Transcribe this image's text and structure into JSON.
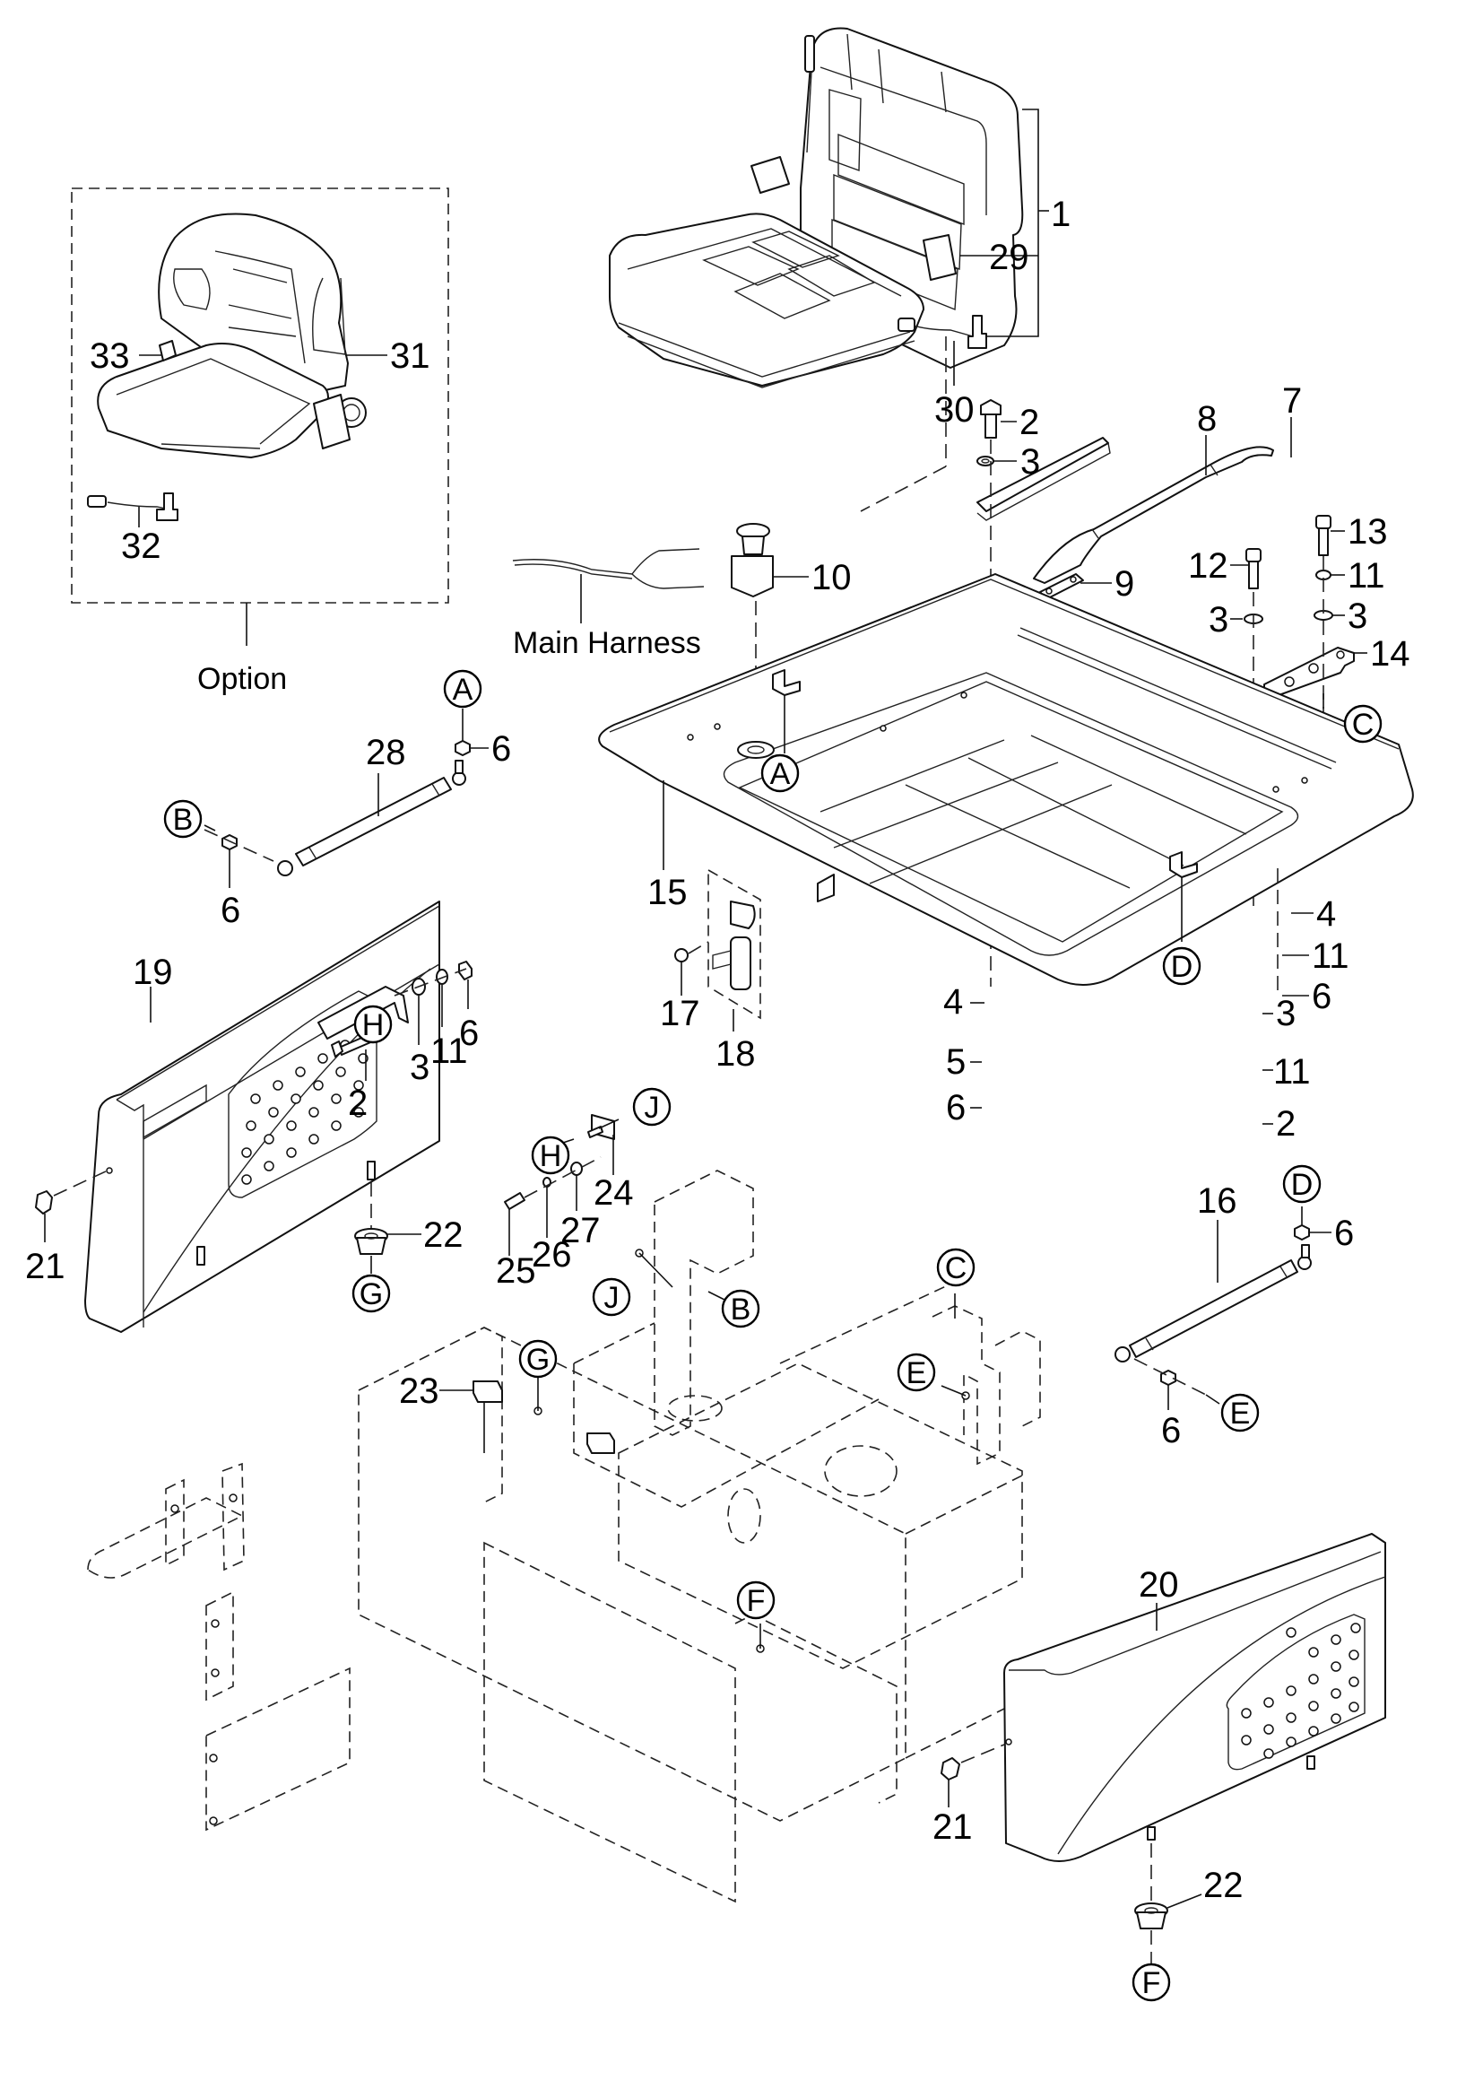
{
  "diagram": {
    "title": "Seat and hood assembly exploded parts view",
    "text_labels": {
      "option": "Option",
      "main_harness": "Main Harness"
    },
    "part_numbers": [
      {
        "id": "p1",
        "label": "1",
        "part": "seat-assembly"
      },
      {
        "id": "p29",
        "label": "29",
        "part": "seat-belt"
      },
      {
        "id": "p30",
        "label": "30",
        "part": "seat-switch-harness"
      },
      {
        "id": "p31",
        "label": "31",
        "part": "optional-seat"
      },
      {
        "id": "p32",
        "label": "32",
        "part": "optional-seat-switch-harness"
      },
      {
        "id": "p33",
        "label": "33",
        "part": "optional-seat-belt"
      },
      {
        "id": "p2a",
        "label": "2",
        "part": "bolt"
      },
      {
        "id": "p3a",
        "label": "3",
        "part": "washer"
      },
      {
        "id": "p7",
        "label": "7",
        "part": "handle-grip"
      },
      {
        "id": "p8",
        "label": "8",
        "part": "handle-bar"
      },
      {
        "id": "p9",
        "label": "9",
        "part": "plate"
      },
      {
        "id": "p10",
        "label": "10",
        "part": "emergency-stop-switch"
      },
      {
        "id": "p12",
        "label": "12",
        "part": "socket-bolt"
      },
      {
        "id": "p13",
        "label": "13",
        "part": "socket-bolt"
      },
      {
        "id": "p11a",
        "label": "11",
        "part": "spring-washer"
      },
      {
        "id": "p3b",
        "label": "3",
        "part": "washer"
      },
      {
        "id": "p3c",
        "label": "3",
        "part": "washer"
      },
      {
        "id": "p14",
        "label": "14",
        "part": "bracket"
      },
      {
        "id": "p6a",
        "label": "6",
        "part": "nut"
      },
      {
        "id": "p28",
        "label": "28",
        "part": "gas-spring"
      },
      {
        "id": "p6b",
        "label": "6",
        "part": "nut"
      },
      {
        "id": "p15",
        "label": "15",
        "part": "hood-plate"
      },
      {
        "id": "p4a",
        "label": "4",
        "part": "washer"
      },
      {
        "id": "p11b",
        "label": "11",
        "part": "spring-washer"
      },
      {
        "id": "p6c",
        "label": "6",
        "part": "nut"
      },
      {
        "id": "p19",
        "label": "19",
        "part": "left-side-cover"
      },
      {
        "id": "p2b",
        "label": "2",
        "part": "bolt"
      },
      {
        "id": "p3d",
        "label": "3",
        "part": "washer"
      },
      {
        "id": "p11c",
        "label": "11",
        "part": "spring-washer"
      },
      {
        "id": "p6d",
        "label": "6",
        "part": "nut"
      },
      {
        "id": "p17",
        "label": "17",
        "part": "screw"
      },
      {
        "id": "p18",
        "label": "18",
        "part": "latch"
      },
      {
        "id": "p4b",
        "label": "4",
        "part": "washer"
      },
      {
        "id": "p5",
        "label": "5",
        "part": "flange-nut"
      },
      {
        "id": "p6e",
        "label": "6",
        "part": "nut"
      },
      {
        "id": "p3e",
        "label": "3",
        "part": "washer"
      },
      {
        "id": "p11d",
        "label": "11",
        "part": "spring-washer"
      },
      {
        "id": "p2c",
        "label": "2",
        "part": "bolt"
      },
      {
        "id": "p24",
        "label": "24",
        "part": "pin-bracket"
      },
      {
        "id": "p25",
        "label": "25",
        "part": "bolt"
      },
      {
        "id": "p26",
        "label": "26",
        "part": "spring-washer"
      },
      {
        "id": "p27",
        "label": "27",
        "part": "washer"
      },
      {
        "id": "p22a",
        "label": "22",
        "part": "grommet"
      },
      {
        "id": "p21a",
        "label": "21",
        "part": "knob"
      },
      {
        "id": "p16",
        "label": "16",
        "part": "gas-spring"
      },
      {
        "id": "p6f",
        "label": "6",
        "part": "nut"
      },
      {
        "id": "p6g",
        "label": "6",
        "part": "nut"
      },
      {
        "id": "p23",
        "label": "23",
        "part": "rubber-stopper"
      },
      {
        "id": "p20",
        "label": "20",
        "part": "right-side-cover"
      },
      {
        "id": "p21b",
        "label": "21",
        "part": "knob"
      },
      {
        "id": "p22b",
        "label": "22",
        "part": "grommet"
      }
    ],
    "reference_letters": [
      {
        "id": "rA1",
        "letter": "A"
      },
      {
        "id": "rA2",
        "letter": "A"
      },
      {
        "id": "rB1",
        "letter": "B"
      },
      {
        "id": "rB2",
        "letter": "B"
      },
      {
        "id": "rC1",
        "letter": "C"
      },
      {
        "id": "rC2",
        "letter": "C"
      },
      {
        "id": "rD1",
        "letter": "D"
      },
      {
        "id": "rD2",
        "letter": "D"
      },
      {
        "id": "rE1",
        "letter": "E"
      },
      {
        "id": "rE2",
        "letter": "E"
      },
      {
        "id": "rF1",
        "letter": "F"
      },
      {
        "id": "rF2",
        "letter": "F"
      },
      {
        "id": "rG1",
        "letter": "G"
      },
      {
        "id": "rG2",
        "letter": "G"
      },
      {
        "id": "rH1",
        "letter": "H"
      },
      {
        "id": "rH2",
        "letter": "H"
      },
      {
        "id": "rJ1",
        "letter": "J"
      },
      {
        "id": "rJ2",
        "letter": "J"
      }
    ]
  }
}
